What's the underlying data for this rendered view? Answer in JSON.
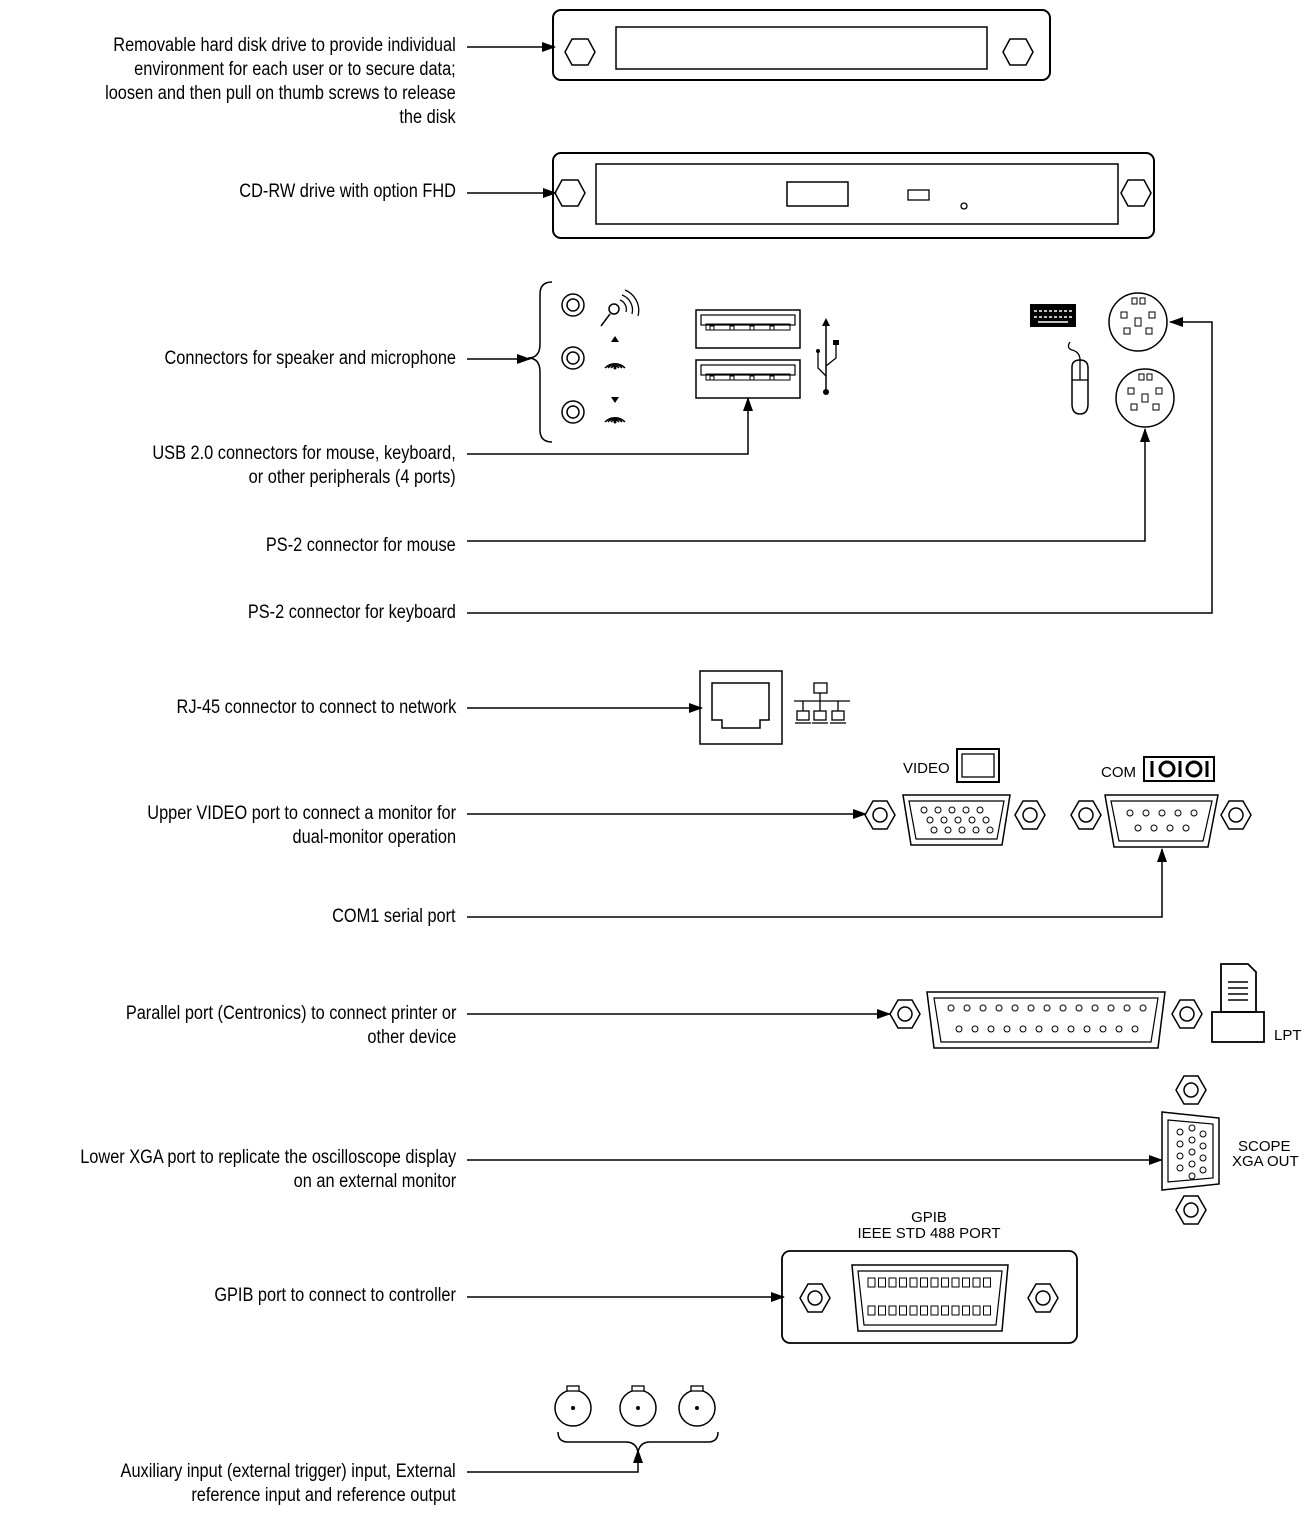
{
  "labels": {
    "hdd": [
      "Removable hard disk drive to provide individual",
      "environment for each user or to secure data;",
      "loosen and then pull on thumb screws to release",
      "the disk"
    ],
    "cdrw": [
      "CD-RW drive with option FHD"
    ],
    "audio": [
      "Connectors for speaker and microphone"
    ],
    "usb": [
      "USB 2.0 connectors for mouse, keyboard,",
      "or other peripherals (4 ports)"
    ],
    "ps2_mouse": [
      "PS-2 connector for mouse"
    ],
    "ps2_keyboard": [
      "PS-2 connector for keyboard"
    ],
    "rj45": [
      "RJ-45 connector to connect to network"
    ],
    "video": [
      "Upper VIDEO port to connect a monitor for",
      "dual-monitor operation"
    ],
    "com1": [
      "COM1 serial port"
    ],
    "parallel": [
      "Parallel port (Centronics) to connect printer or",
      "other device"
    ],
    "xga": [
      "Lower XGA port to replicate the oscilloscope display",
      "on an external monitor"
    ],
    "gpib": [
      "GPIB port to connect to controller"
    ],
    "aux": [
      "Auxiliary input (external trigger) input, External",
      "reference input and reference output"
    ]
  },
  "panel_text": {
    "video": "VIDEO",
    "com": "COM",
    "lpt": "LPT",
    "scope_line1": "SCOPE",
    "scope_line2": "XGA  OUT",
    "gpib_line1": "GPIB",
    "gpib_line2": "IEEE STD 488 PORT"
  },
  "icons": [
    "microphone-icon",
    "speaker-out-icon",
    "speaker-in-icon",
    "usb-icon",
    "keyboard-icon",
    "mouse-icon",
    "network-icon",
    "monitor-icon",
    "com-icon",
    "printer-icon"
  ]
}
